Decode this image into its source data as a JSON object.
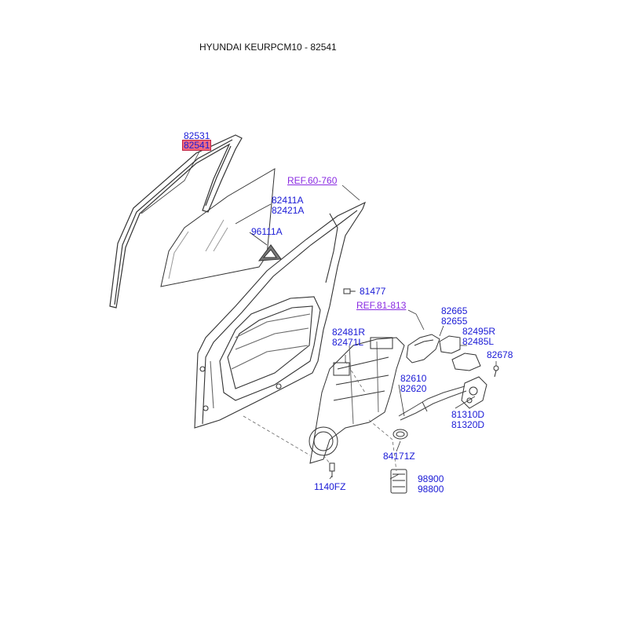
{
  "title": "HYUNDAI KEURPCM10 - 82541",
  "highlight_color": "#f06a82",
  "label_color": "#1a1ad6",
  "ref_color": "#8a2be2",
  "labels": {
    "p82531": "82531",
    "p82541": "82541",
    "ref60760": "REF.60-760",
    "p82411a": "82411A",
    "p82421a": "82421A",
    "p96111a": "96111A",
    "p81477": "81477",
    "ref81813": "REF.81-813",
    "p82665": "82665",
    "p82655": "82655",
    "p82481r": "82481R",
    "p82471l": "82471L",
    "p82495r": "82495R",
    "p82485l": "82485L",
    "p82678": "82678",
    "p82610": "82610",
    "p82620": "82620",
    "p81310d": "81310D",
    "p81320d": "81320D",
    "p84171z": "84171Z",
    "p98900": "98900",
    "p98800": "98800",
    "p1140fz": "1140FZ"
  }
}
